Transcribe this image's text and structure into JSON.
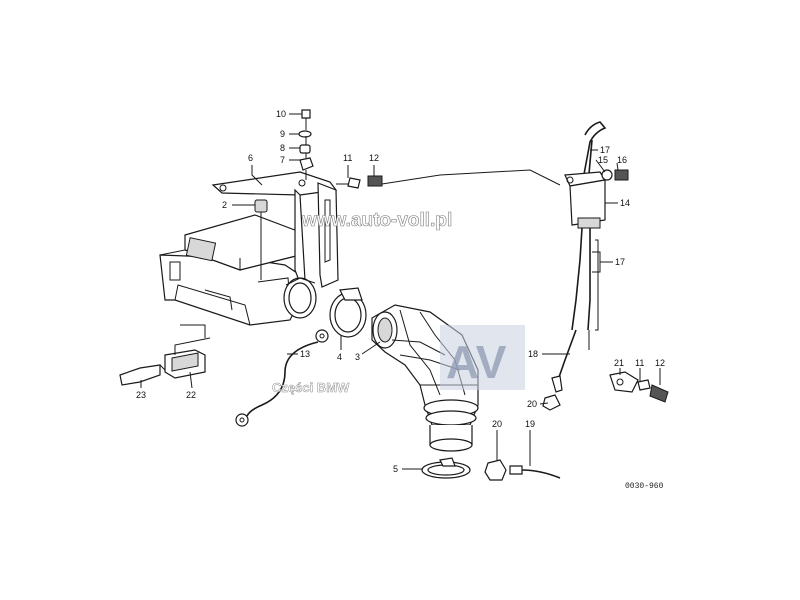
{
  "diagram": {
    "watermark_url": "www.auto-voll.pl",
    "watermark_sub": "Części BMW",
    "watermark_logo": "AV",
    "reference_code": "0030-960",
    "callouts": [
      {
        "id": "10",
        "text": "10"
      },
      {
        "id": "9",
        "text": "9"
      },
      {
        "id": "8",
        "text": "8"
      },
      {
        "id": "7",
        "text": "7"
      },
      {
        "id": "6",
        "text": "6"
      },
      {
        "id": "11a",
        "text": "11"
      },
      {
        "id": "12a",
        "text": "12"
      },
      {
        "id": "2",
        "text": "2"
      },
      {
        "id": "17a",
        "text": "17"
      },
      {
        "id": "15",
        "text": "15"
      },
      {
        "id": "16",
        "text": "16"
      },
      {
        "id": "14",
        "text": "14"
      },
      {
        "id": "17b",
        "text": "17"
      },
      {
        "id": "13",
        "text": "13"
      },
      {
        "id": "4",
        "text": "4"
      },
      {
        "id": "3",
        "text": "3"
      },
      {
        "id": "18",
        "text": "18"
      },
      {
        "id": "21",
        "text": "21"
      },
      {
        "id": "11b",
        "text": "11"
      },
      {
        "id": "12b",
        "text": "12"
      },
      {
        "id": "23",
        "text": "23"
      },
      {
        "id": "22",
        "text": "22"
      },
      {
        "id": "20a",
        "text": "20"
      },
      {
        "id": "20b",
        "text": "20"
      },
      {
        "id": "19",
        "text": "19"
      },
      {
        "id": "5",
        "text": "5"
      }
    ]
  }
}
